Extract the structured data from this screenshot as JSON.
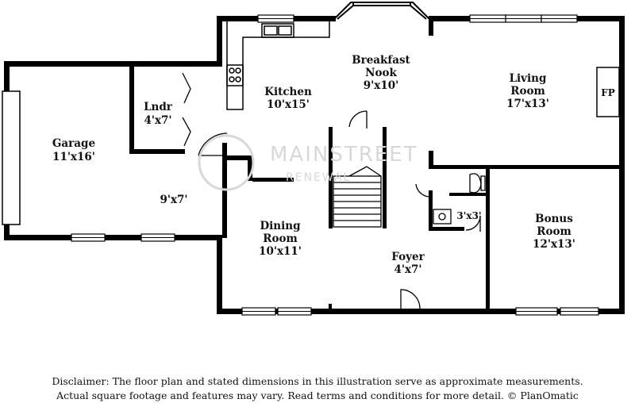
{
  "rooms": {
    "garage": {
      "name": "Garage",
      "dims": "11'x16'"
    },
    "laundry": {
      "name": "Lndr",
      "dims": "4'x7'"
    },
    "mudroom": {
      "dims": "9'x7'"
    },
    "kitchen": {
      "name": "Kitchen",
      "dims": "10'x15'"
    },
    "breakfast": {
      "name_line1": "Breakfast",
      "name_line2": "Nook",
      "dims": "9'x10'"
    },
    "living": {
      "name_line1": "Living",
      "name_line2": "Room",
      "dims": "17'x13'"
    },
    "fireplace": {
      "label": "FP"
    },
    "dining": {
      "name_line1": "Dining",
      "name_line2": "Room",
      "dims": "10'x11'"
    },
    "foyer": {
      "name": "Foyer",
      "dims": "4'x7'"
    },
    "bath": {
      "dims": "3'x3'"
    },
    "bonus": {
      "name_line1": "Bonus",
      "name_line2": "Room",
      "dims": "12'x13'"
    }
  },
  "watermark": {
    "line1": "MAINSTREET",
    "line2": "RENEWAL"
  },
  "disclaimer": {
    "line1": "Disclaimer: The floor plan and stated dimensions in this illustration serve as approximate measurements.",
    "line2": "Actual square footage and features may vary. Read terms and conditions for more detail. © PlanOmatic"
  },
  "colors": {
    "wall": "#000000",
    "window": "#ffffff",
    "watermark": "#d8d8d8"
  }
}
